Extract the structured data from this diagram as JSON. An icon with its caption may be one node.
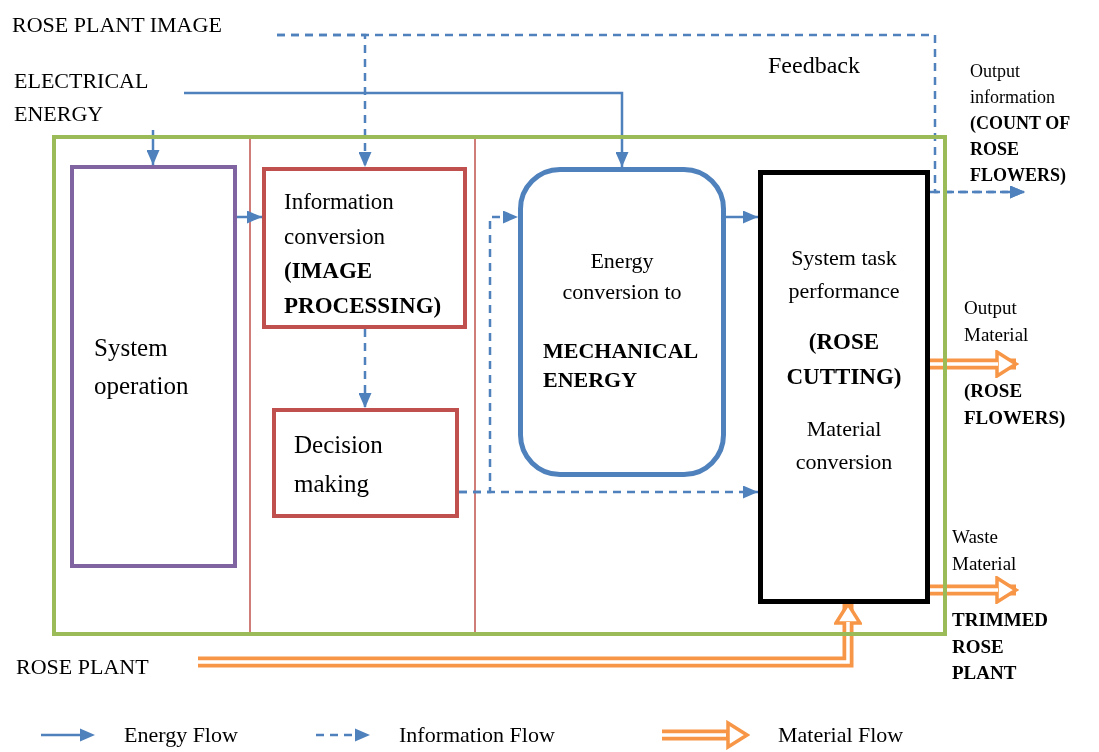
{
  "diagram": {
    "nodes": [
      {
        "text": [],
        "shape": "box"
      },
      {
        "text": [
          "System operation"
        ],
        "in": 0
      },
      {
        "text": [
          "Information conversion **(IMAGE PROCESSING)**"
        ],
        "in": 0
      },
      {
        "text": [
          "Decision making"
        ],
        "in": 0
      },
      {
        "text": [
          "Energy conversion to **MECHANICAL ENERGY**"
        ],
        "in": 0
      },
      {
        "text": [
          "System task performance **(ROSE CUTTING)**",
          "Material conversion"
        ],
        "in": 0
      },
      {
        "text": [
          "ROSE PLANT IMAGE"
        ]
      },
      {
        "text": [
          "ELECTRICAL ENERGY"
        ]
      },
      {
        "text": [
          "ROSE PLANT"
        ]
      },
      {
        "text": [
          "Output information **(COUNT OF ROSE FLOWERS)**"
        ]
      },
      {
        "text": [
          "Output Material **(ROSE FLOWERS)**"
        ]
      },
      {
        "text": [
          "Waste Material **TRIMMED ROSE PLANT**"
        ]
      }
    ],
    "edges": [
      {
        "from": 7,
        "to": 1,
        "arrow": "to"
      },
      {
        "from": 7,
        "to": 4,
        "arrow": "to"
      },
      {
        "from": 6,
        "to": 2,
        "arrow": "to",
        "style": "dashed"
      },
      {
        "from": 6,
        "to": 9,
        "arrow": "to",
        "style": "dashed"
      },
      {
        "from": 1,
        "to": 2,
        "arrow": "to"
      },
      {
        "from": 2,
        "to": 3,
        "arrow": "to",
        "style": "dashed"
      },
      {
        "from": 3,
        "to": 4,
        "arrow": "to",
        "style": "dashed"
      },
      {
        "from": 3,
        "to": 5,
        "arrow": "to",
        "style": "dashed"
      },
      {
        "from": 4,
        "to": 5,
        "arrow": "to"
      },
      {
        "from": 5,
        "to": 9,
        "arrow": "to",
        "style": "dashed"
      },
      {
        "from": 5,
        "to": 10,
        "arrow": "to",
        "style": "thick",
        "color": "#f79646"
      },
      {
        "from": 5,
        "to": 11,
        "arrow": "to",
        "style": "thick",
        "color": "#f79646"
      },
      {
        "from": 8,
        "to": 5,
        "arrow": "to",
        "style": "thick",
        "color": "#f79646"
      }
    ],
    "labels": [
      "Feedback"
    ],
    "legend": [
      {
        "text": "Energy Flow"
      },
      {
        "text": "Information Flow"
      },
      {
        "text": "Material Flow"
      }
    ]
  }
}
